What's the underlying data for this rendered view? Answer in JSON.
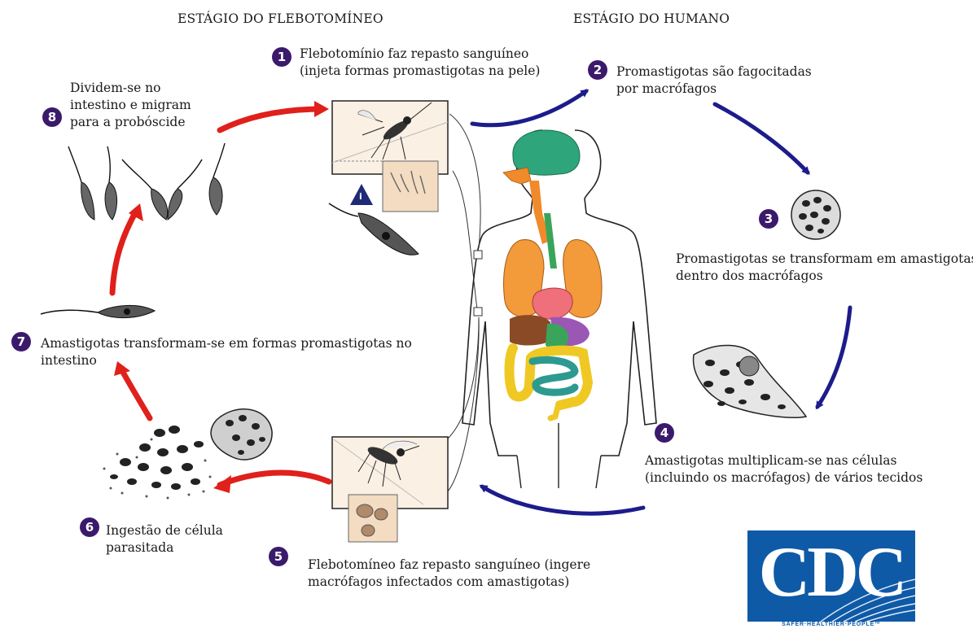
{
  "headers": {
    "vector_stage": "ESTÁGIO DO FLEBOTOMÍNEO",
    "human_stage": "ESTÁGIO DO HUMANO"
  },
  "steps": [
    {
      "num": "1",
      "lines": [
        "Flebotomínio faz repasto sanguíneo",
        "(injeta formas promastigotas na pele)"
      ]
    },
    {
      "num": "2",
      "lines": [
        "Promastigotas são fagocitadas",
        "por macrófagos"
      ]
    },
    {
      "num": "3",
      "lines": [
        "Promastigotas se transformam em amastigotas",
        "dentro dos macrófagos"
      ]
    },
    {
      "num": "4",
      "lines": [
        "Amastigotas multiplicam-se nas células",
        "(incluindo os macrófagos) de vários tecidos"
      ]
    },
    {
      "num": "5",
      "lines": [
        "Flebotomíneo faz repasto sanguíneo (ingere",
        "macrófagos infectados com amastigotas)"
      ]
    },
    {
      "num": "6",
      "lines": [
        "Ingestão de célula",
        "parasitada"
      ]
    },
    {
      "num": "7",
      "lines": [
        "Amastigotas transformam-se em formas promastigotas no",
        "intestino"
      ]
    },
    {
      "num": "8",
      "lines": [
        "Dividem-se no",
        "intestino e migram",
        "para a probóscide"
      ]
    }
  ],
  "infective_marker": "i",
  "logo": {
    "letters": "CDC",
    "tagline": "SAFER·HEALTHIER·PEOPLE™"
  },
  "colors": {
    "badge": "#3b1a6b",
    "human_arrows": "#1c1c8c",
    "vector_arrows": "#e0201b",
    "logo_blue": "#0e5aa7"
  }
}
